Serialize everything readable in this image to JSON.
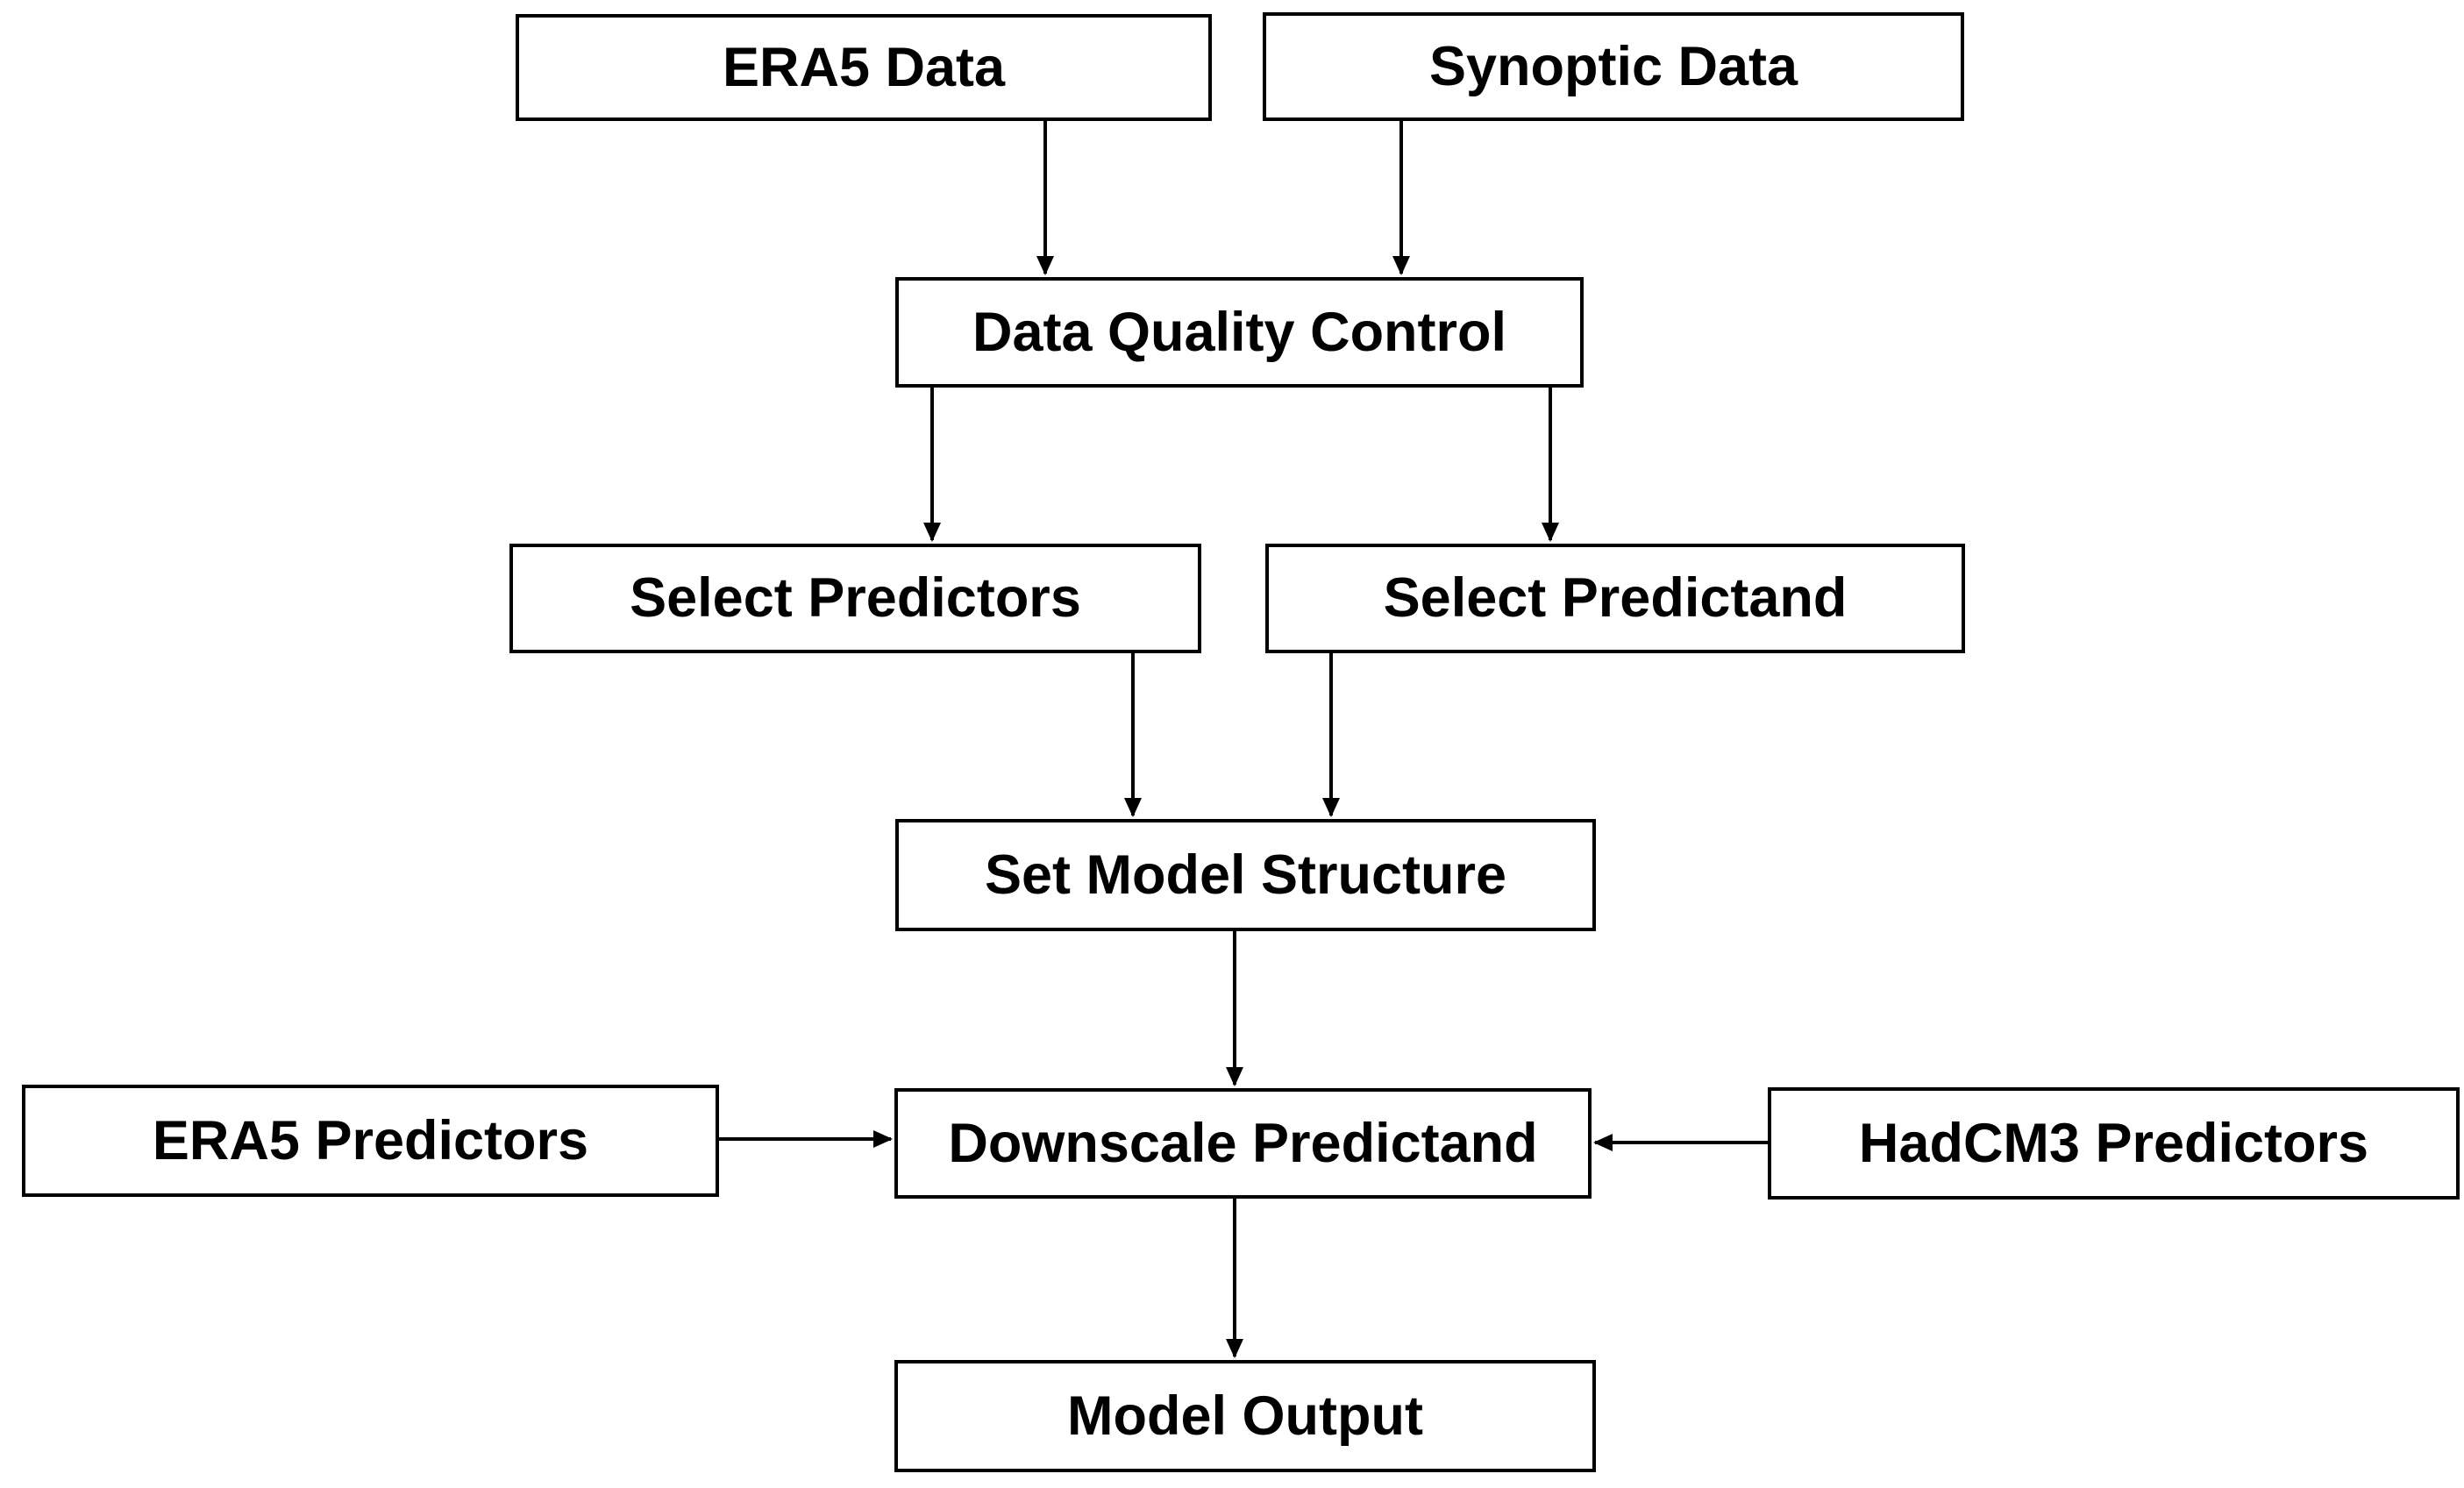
{
  "diagram": {
    "background_color": "#ffffff",
    "box_fill_color": "#ffffff",
    "box_border_color": "#000000",
    "text_color": "#000000",
    "arrow_color": "#000000",
    "nodes": {
      "era5_data": {
        "label": "ERA5 Data"
      },
      "synoptic_data": {
        "label": "Synoptic Data"
      },
      "data_quality_control": {
        "label": "Data Quality Control"
      },
      "select_predictors": {
        "label": "Select Predictors"
      },
      "select_predictand": {
        "label": "Select Predictand"
      },
      "set_model_structure": {
        "label": "Set Model Structure"
      },
      "era5_predictors": {
        "label": "ERA5 Predictors"
      },
      "downscale_predictand": {
        "label": "Downscale Predictand"
      },
      "hadcm3_predictors": {
        "label": "HadCM3 Predictors"
      },
      "model_output": {
        "label": "Model Output"
      }
    },
    "edges": [
      {
        "from": "era5_data",
        "to": "data_quality_control"
      },
      {
        "from": "synoptic_data",
        "to": "data_quality_control"
      },
      {
        "from": "data_quality_control",
        "to": "select_predictors"
      },
      {
        "from": "data_quality_control",
        "to": "select_predictand"
      },
      {
        "from": "select_predictors",
        "to": "set_model_structure"
      },
      {
        "from": "select_predictand",
        "to": "set_model_structure"
      },
      {
        "from": "set_model_structure",
        "to": "downscale_predictand"
      },
      {
        "from": "era5_predictors",
        "to": "downscale_predictand"
      },
      {
        "from": "hadcm3_predictors",
        "to": "downscale_predictand"
      },
      {
        "from": "downscale_predictand",
        "to": "model_output"
      }
    ]
  }
}
